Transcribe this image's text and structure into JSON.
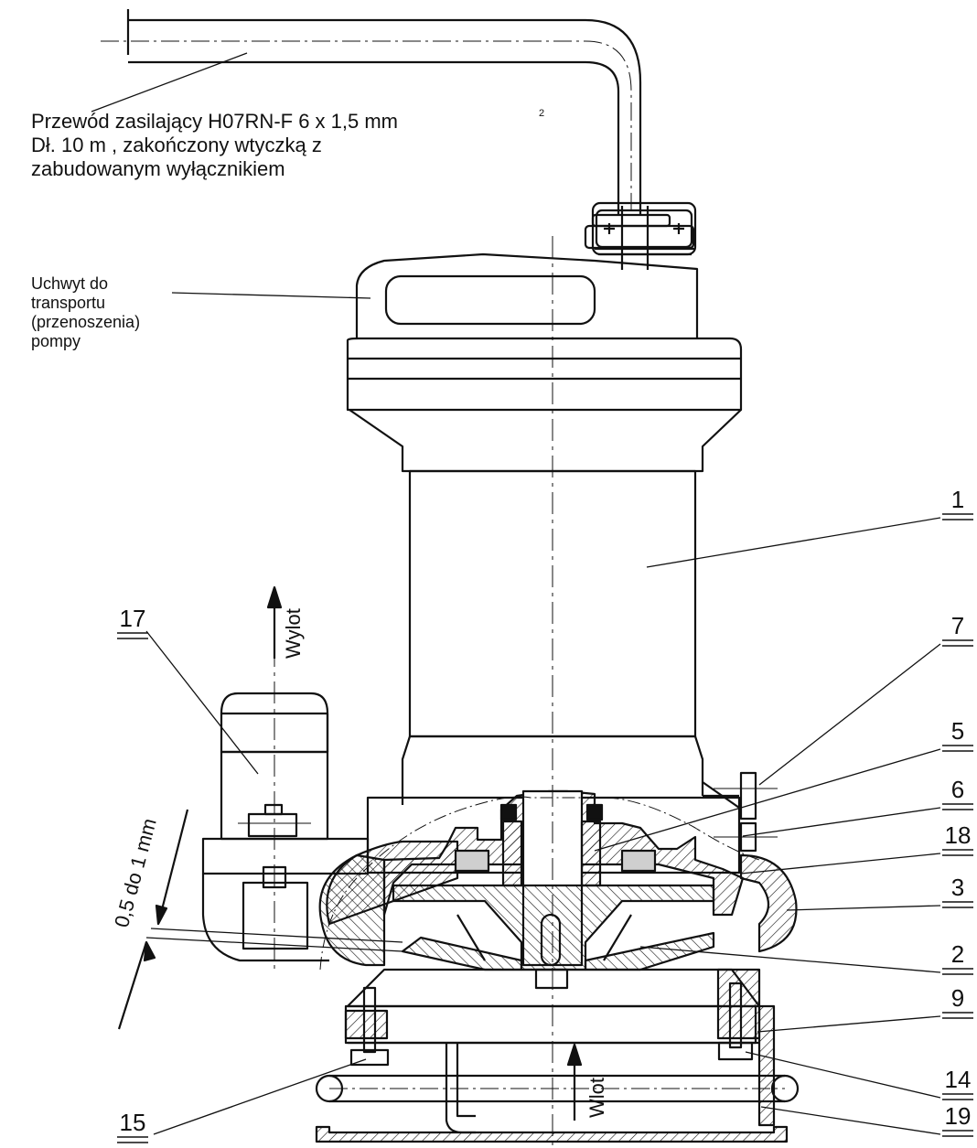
{
  "annotations": {
    "cable": {
      "line1": "Przewód zasilający H07RN-F 6 x 1,5  mm",
      "sup": "2",
      "line2": "Dł. 10 m , zakończony wtyczką z",
      "line3": "zabudowanym wyłącznikiem"
    },
    "handle": {
      "line1": "Uchwyt do",
      "line2": "transportu",
      "line3": "(przenoszenia)",
      "line4": "pompy"
    },
    "outlet_label": "Wylot",
    "inlet_label": "Wlot",
    "gap_label": "0,5 do 1 mm"
  },
  "part_numbers": [
    "1",
    "7",
    "5",
    "6",
    "18",
    "3",
    "2",
    "9",
    "14",
    "19",
    "17",
    "15"
  ]
}
